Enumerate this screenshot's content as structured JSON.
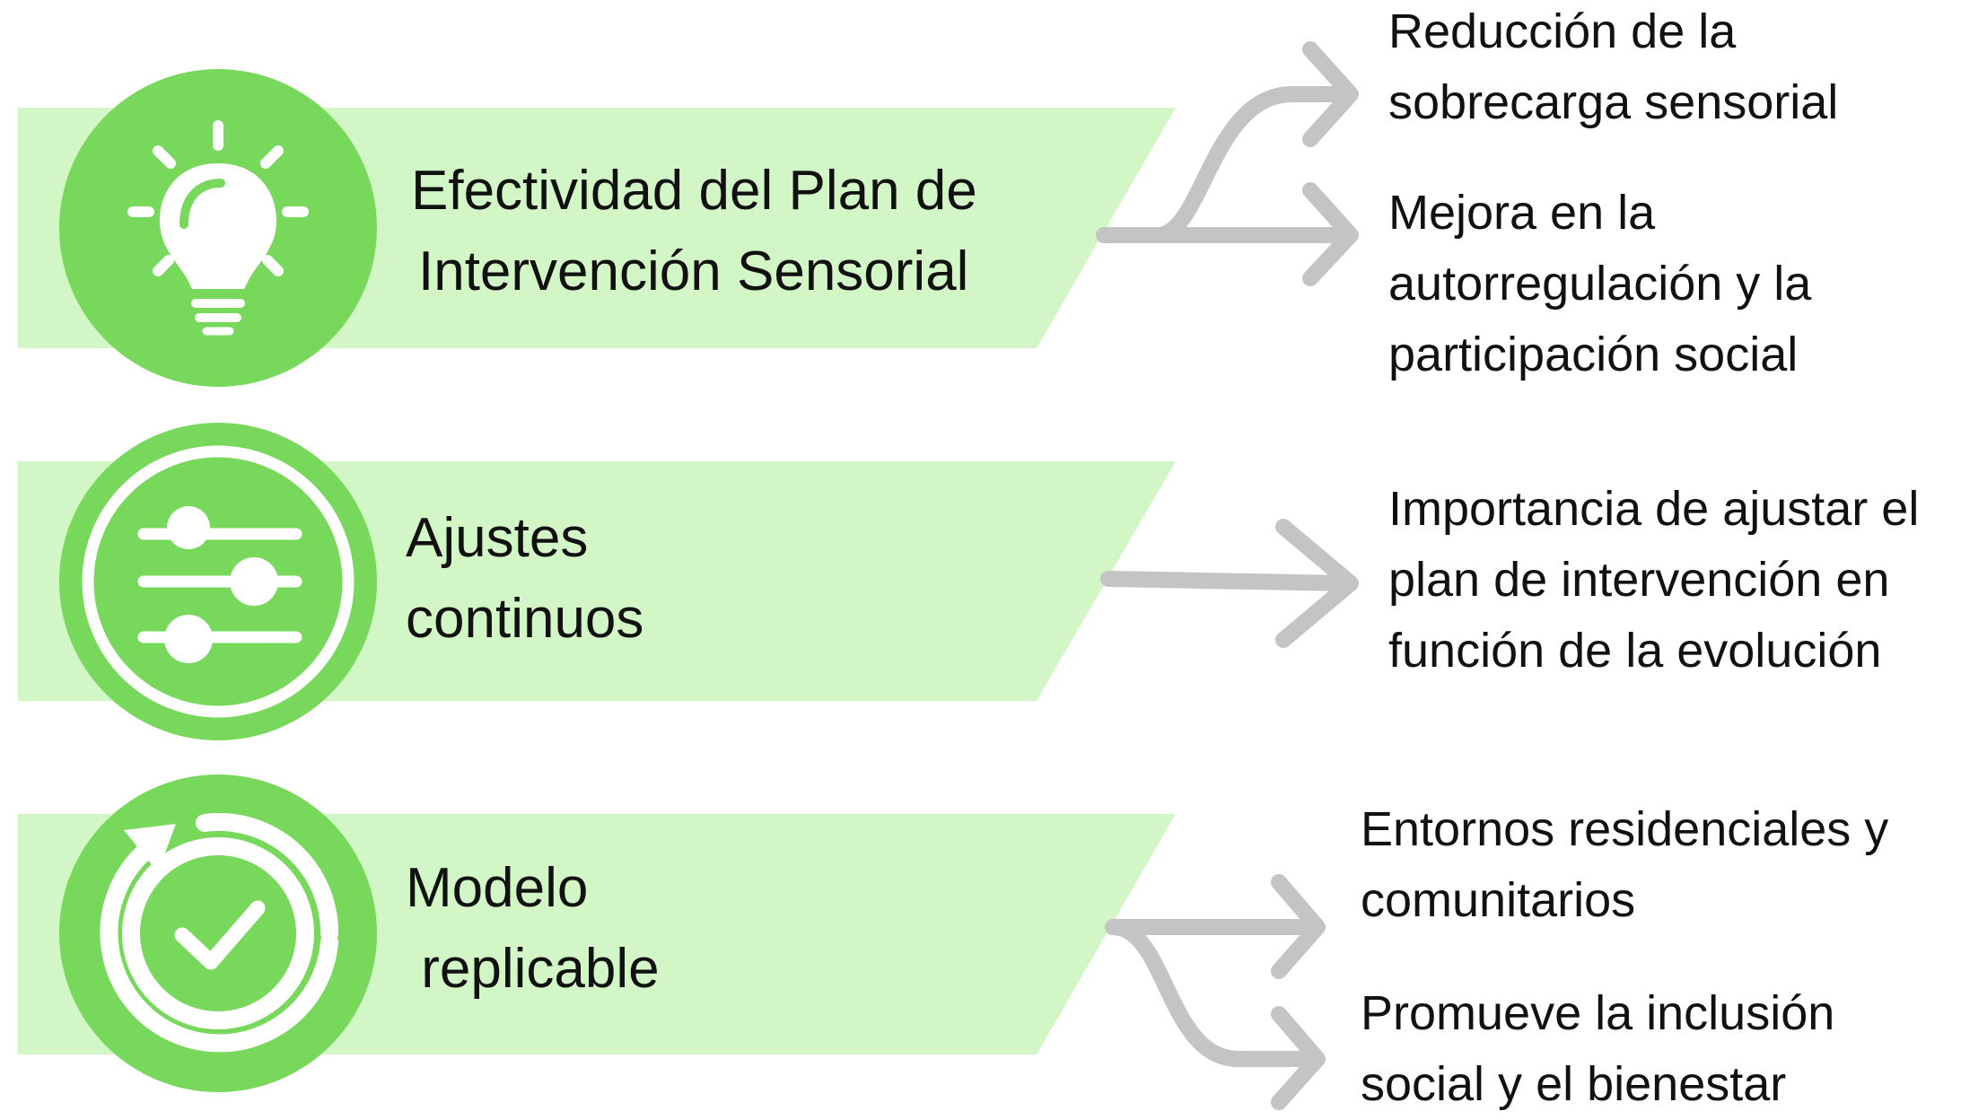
{
  "colors": {
    "band": "#d3f6c6",
    "circle": "#77d85c",
    "arrow": "#c4c4c4",
    "icon": "#ffffff",
    "text": "#111111"
  },
  "rows": [
    {
      "icon": "lightbulb-icon",
      "title_lines": [
        "Efectividad del Plan de",
        "Intervención Sensorial"
      ],
      "outcomes": [
        {
          "lines": [
            "Reducción de la",
            "sobrecarga sensorial"
          ]
        },
        {
          "lines": [
            "Mejora en la",
            "autorregulación y la",
            "participación social"
          ]
        }
      ]
    },
    {
      "icon": "sliders-icon",
      "title_lines": [
        "Ajustes",
        "continuos"
      ],
      "outcomes": [
        {
          "lines": [
            "Importancia de ajustar el",
            "plan de intervención en",
            "función de la evolución"
          ]
        }
      ]
    },
    {
      "icon": "cycle-check-icon",
      "title_lines": [
        "Modelo",
        " replicable"
      ],
      "outcomes": [
        {
          "lines": [
            "Entornos residenciales y",
            "comunitarios"
          ]
        },
        {
          "lines": [
            "Promueve la inclusión",
            "social y el bienestar"
          ]
        }
      ]
    }
  ]
}
